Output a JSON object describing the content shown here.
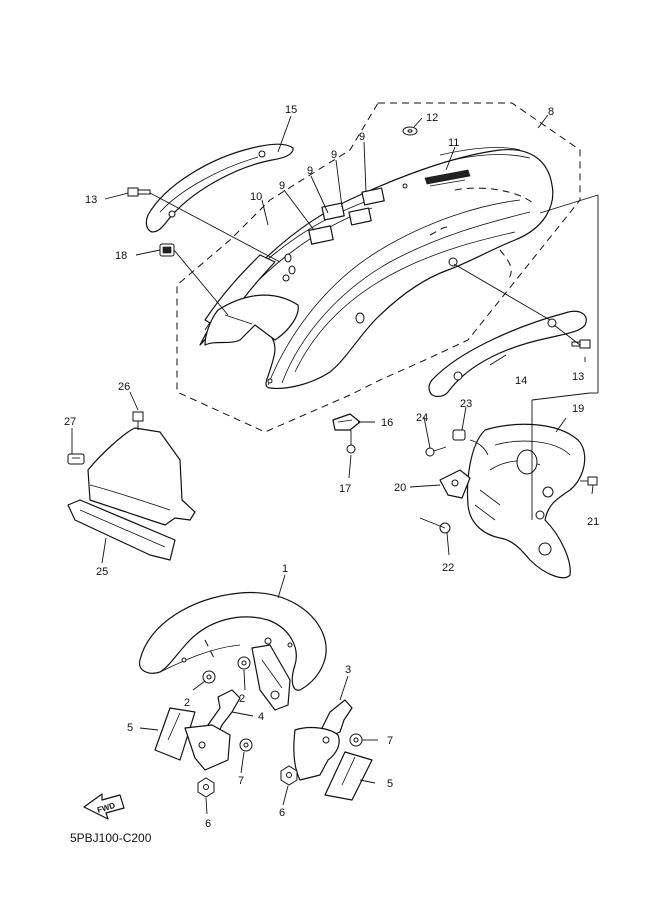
{
  "diagram_code": "5PBJ100-C200",
  "fwd_label": "FWD",
  "callouts": {
    "c1": "1",
    "c2a": "2",
    "c2b": "2",
    "c3": "3",
    "c4": "4",
    "c5a": "5",
    "c5b": "5",
    "c6a": "6",
    "c6b": "6",
    "c7a": "7",
    "c7b": "7",
    "c8": "8",
    "c9a": "9",
    "c9b": "9",
    "c9c": "9",
    "c9d": "9",
    "c10": "10",
    "c11": "11",
    "c12": "12",
    "c13a": "13",
    "c13b": "13",
    "c14": "14",
    "c15": "15",
    "c16": "16",
    "c17": "17",
    "c18": "18",
    "c19": "19",
    "c20": "20",
    "c21": "21",
    "c22": "22",
    "c23": "23",
    "c24": "24",
    "c25": "25",
    "c26": "26",
    "c27": "27"
  }
}
